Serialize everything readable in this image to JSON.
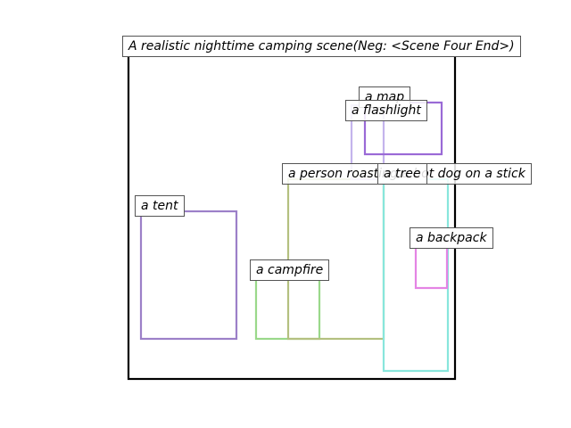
{
  "title": "A realistic nighttime camping scene(Neg: <Scene Four End>)",
  "objects": [
    {
      "label": "a tent",
      "color": "#9c80c8"
    },
    {
      "label": "a campfire",
      "color": "#9ad88a"
    },
    {
      "label": "a person roasting a hot dog on a stick",
      "color": "#b4c080"
    },
    {
      "label": "a map",
      "color": "#c4b4ec"
    },
    {
      "label": "a flashlight",
      "color": "#9a6ad6"
    },
    {
      "label": "a tree",
      "color": "#88e6dc"
    },
    {
      "label": "a backpack",
      "color": "#e484e4"
    }
  ]
}
